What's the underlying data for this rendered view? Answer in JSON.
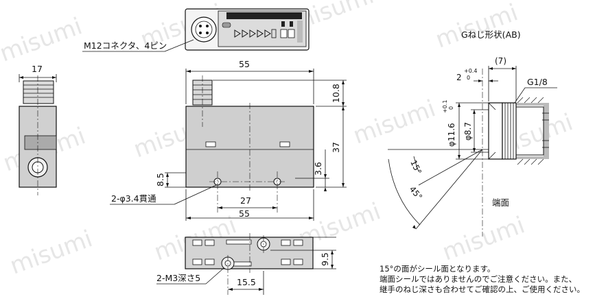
{
  "watermark": "misumi",
  "labels": {
    "connector": "M12コネクタ、4ピン",
    "dim_17": "17",
    "dim_55_top": "55",
    "dim_10_8": "10.8",
    "dim_37": "37",
    "dim_3_6": "3.6",
    "dim_8_5": "8.5",
    "hole": "2-φ3.4貫通",
    "dim_27": "27",
    "dim_55_bottom": "55",
    "dim_9_5": "9.5",
    "m3": "2-M3深さ5",
    "dim_15_5": "15.5"
  },
  "thread_detail": {
    "title": "Gねじ形状(AB)",
    "dim_7": "(7)",
    "dim_2_main": "2",
    "dim_2_tol": "+0.4",
    "dim_2_tol2": "0",
    "thread": "G1/8",
    "dia_11_6_main": "φ11.6",
    "dia_11_6_tol": "+0.1",
    "dia_11_6_tol2": "0",
    "dia_8_7": "φ8.7",
    "angle_15": "15°",
    "angle_45": "45°",
    "end_face": "端面"
  },
  "note": {
    "line1": "15°の面がシール面となります。",
    "line2": "端面シールではありませんのでご注意ください。また、",
    "line3": "継手のねじ深さも合わせてご確認の上、ご使用ください。"
  }
}
